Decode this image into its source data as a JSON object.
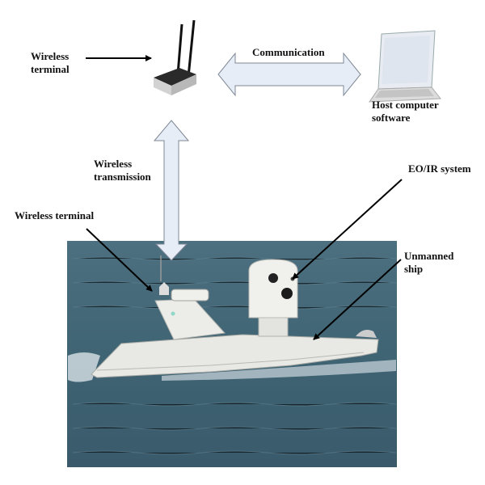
{
  "labels": {
    "wireless_terminal_top": [
      "Wireless",
      "terminal"
    ],
    "communication": "Communication",
    "host_computer": [
      "Host computer",
      "software"
    ],
    "wireless_transmission": [
      "Wireless",
      "transmission"
    ],
    "eo_ir_system": "EO/IR system",
    "wireless_terminal_ship": "Wireless terminal",
    "unmanned_ship": [
      "Unmanned",
      "ship"
    ]
  },
  "colors": {
    "arrow_fill": "#e6edf7",
    "arrow_stroke": "#7f8894",
    "sea": "#3f6275",
    "hull": "#e8e8e4"
  }
}
